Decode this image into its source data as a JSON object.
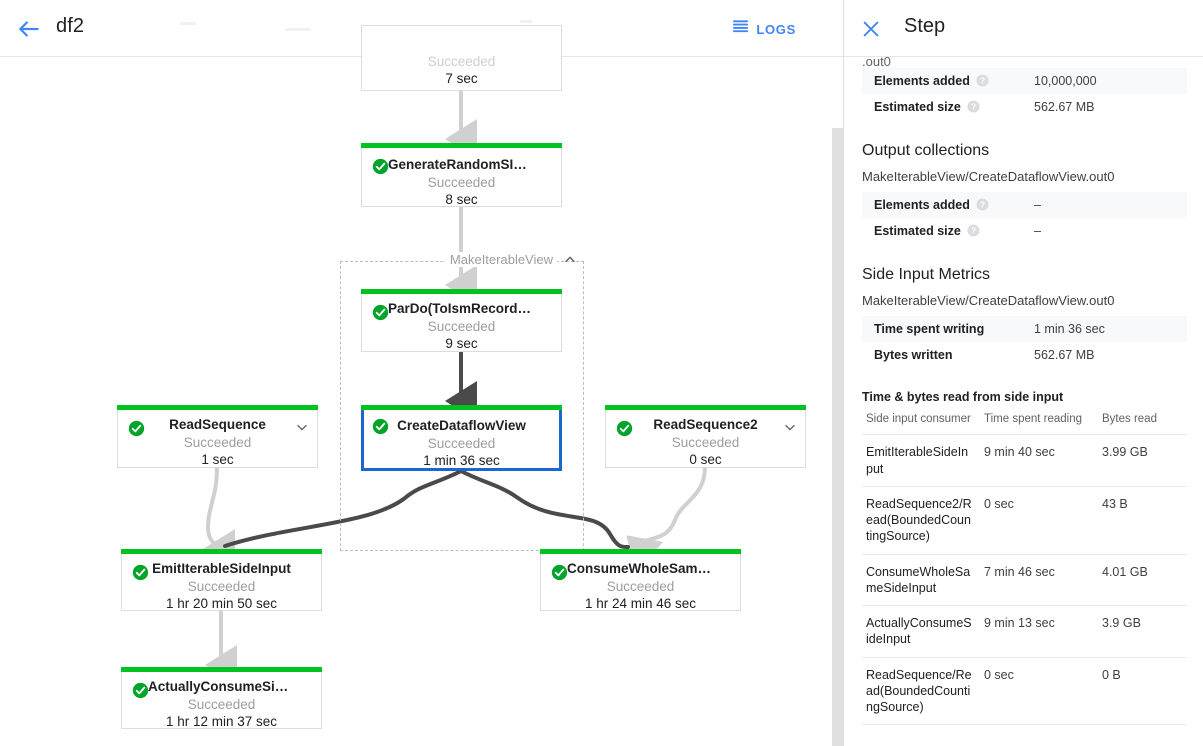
{
  "topbar": {
    "back_icon": "arrow-back-icon",
    "job_title": "df2",
    "logs_label": "LOGS",
    "logs_icon": "logs-list-icon",
    "accent_color": "#4285f4"
  },
  "graph": {
    "composite_label": "MakeIterableView",
    "composite_collapse_icon": "chevron-up-icon",
    "status_color": "#00c221",
    "selected_color": "#1a67d2",
    "nodes": [
      {
        "id": "node-top-partial",
        "name": "",
        "status": "Succeeded",
        "time": "7 sec",
        "partial": true
      },
      {
        "id": "generate-random-si-data",
        "name": "GenerateRandomSIData",
        "status": "Succeeded",
        "time": "8 sec",
        "has_chevron": false
      },
      {
        "id": "pardo-to-ism-record",
        "name": "ParDo(ToIsmRecordFor…",
        "status": "Succeeded",
        "time": "9 sec",
        "has_chevron": false
      },
      {
        "id": "create-dataflow-view",
        "name": "CreateDataflowView",
        "status": "Succeeded",
        "time": "1 min 36 sec",
        "selected": true,
        "has_chevron": false
      },
      {
        "id": "read-sequence",
        "name": "ReadSequence",
        "status": "Succeeded",
        "time": "1 sec",
        "has_chevron": true
      },
      {
        "id": "read-sequence-2",
        "name": "ReadSequence2",
        "status": "Succeeded",
        "time": "0 sec",
        "has_chevron": true
      },
      {
        "id": "emit-iterable-side-input",
        "name": "EmitIterableSideInput",
        "status": "Succeeded",
        "time": "1 hr 20 min 50 sec",
        "has_chevron": false
      },
      {
        "id": "consume-whole-same-side-input",
        "name": "ConsumeWholeSameSi…",
        "status": "Succeeded",
        "time": "1 hr 24 min 46 sec",
        "has_chevron": false
      },
      {
        "id": "actually-consume-side-input",
        "name": "ActuallyConsumeSideI…",
        "status": "Succeeded",
        "time": "1 hr 12 min 37 sec",
        "has_chevron": false
      }
    ]
  },
  "panel": {
    "close_icon": "close-icon",
    "title": "Step",
    "clipped_top_text": ".out0",
    "input_metrics": [
      {
        "key": "Elements added",
        "value": "10,000,000"
      },
      {
        "key": "Estimated size",
        "value": "562.67 MB"
      }
    ],
    "output_collections": {
      "heading": "Output collections",
      "collection_name": "MakeIterableView/CreateDataflowView.out0",
      "metrics": [
        {
          "key": "Elements added",
          "value": "–"
        },
        {
          "key": "Estimated size",
          "value": "–"
        }
      ]
    },
    "side_input_metrics": {
      "heading": "Side Input Metrics",
      "collection_name": "MakeIterableView/CreateDataflowView.out0",
      "metrics": [
        {
          "key": "Time spent writing",
          "value": "1 min 36 sec"
        },
        {
          "key": "Bytes written",
          "value": "562.67 MB"
        }
      ],
      "table_heading": "Time & bytes read from side input",
      "columns": [
        "Side input consumer",
        "Time spent reading",
        "Bytes read"
      ],
      "rows": [
        {
          "consumer": "EmitIterableSideInput",
          "time": "9 min 40 sec",
          "bytes": "3.99 GB"
        },
        {
          "consumer": "ReadSequence2/Read(BoundedCountingSource)",
          "time": "0 sec",
          "bytes": "43 B"
        },
        {
          "consumer": "ConsumeWholeSameSideInput",
          "time": "7 min 46 sec",
          "bytes": "4.01 GB"
        },
        {
          "consumer": "ActuallyConsumeSideInput",
          "time": "9 min 13 sec",
          "bytes": "3.9 GB"
        },
        {
          "consumer": "ReadSequence/Read(BoundedCountingSource)",
          "time": "0 sec",
          "bytes": "0 B"
        }
      ]
    }
  }
}
